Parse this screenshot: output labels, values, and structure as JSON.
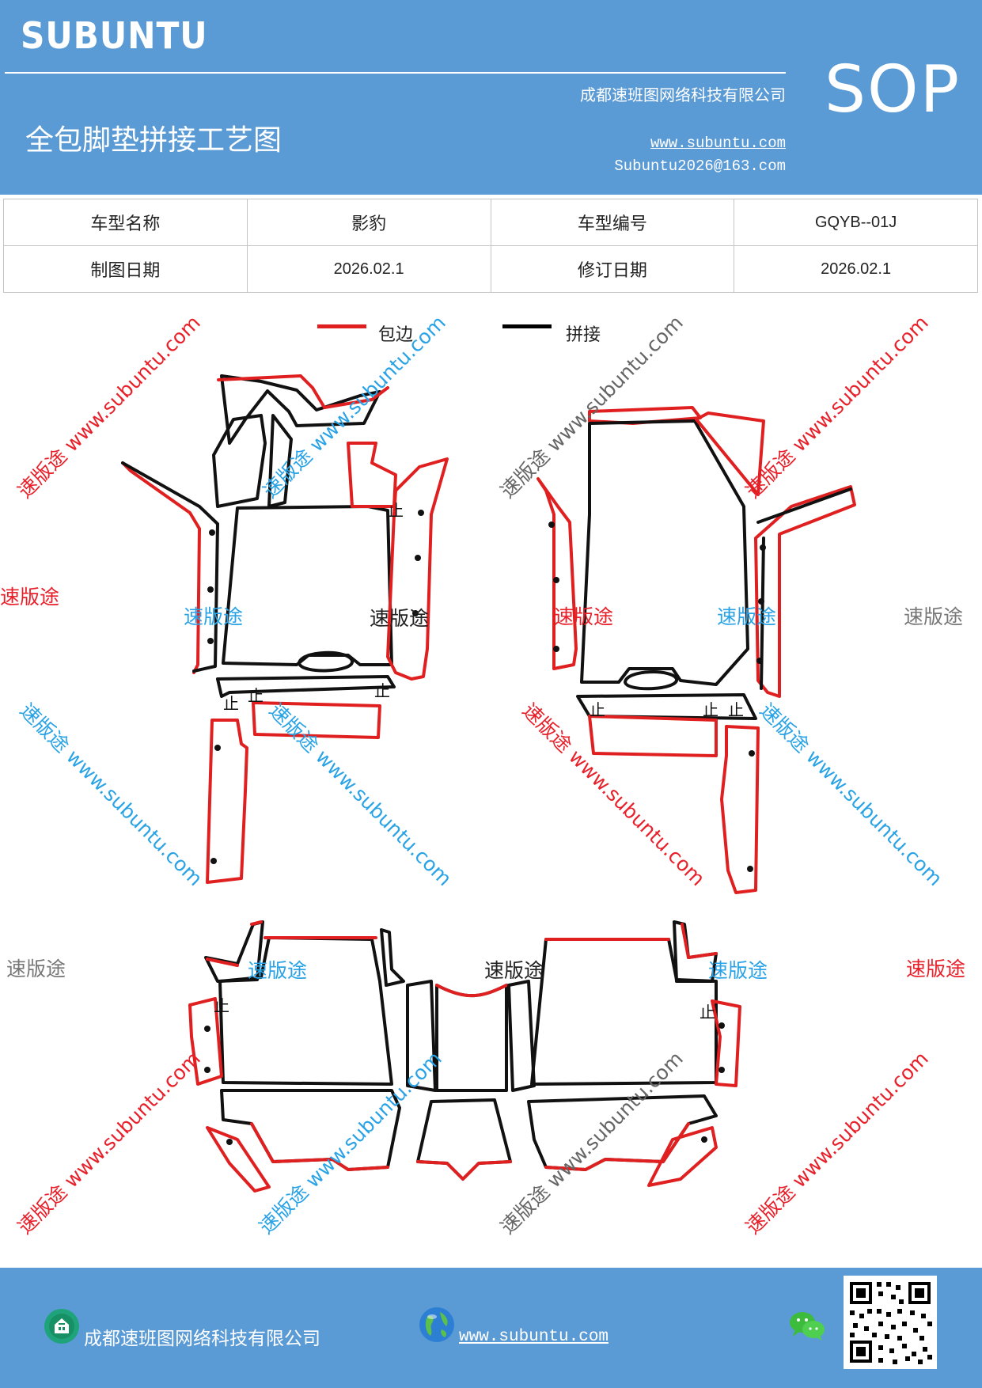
{
  "header": {
    "brand": "SUBUNTU",
    "company": "成都速班图网络科技有限公司",
    "title": "全包脚垫拼接工艺图",
    "website": "www.subuntu.com",
    "email": "Subuntu2026@163.com",
    "sop": "SOP"
  },
  "info_table": {
    "model_name_label": "车型名称",
    "model_name_value": "影豹",
    "model_code_label": "车型编号",
    "model_code_value": "GQYB--01J",
    "draw_date_label": "制图日期",
    "draw_date_value": "2026.02.1",
    "revise_date_label": "修订日期",
    "revise_date_value": "2026.02.1"
  },
  "legend": {
    "edge_label": "包边",
    "edge_color": "#e02020",
    "splice_label": "拼接",
    "splice_color": "#000000"
  },
  "diagram": {
    "stop_mark": "止"
  },
  "watermarks": {
    "brand_cn": "速版途",
    "brand_full": "速版途 www.subuntu.com",
    "colors": {
      "red": "#e8202a",
      "blue": "#29a3e6",
      "gray": "#777777",
      "dark": "#222222"
    }
  },
  "footer": {
    "company": "成都速班图网络科技有限公司",
    "website": "www.subuntu.com ",
    "company_icon": "building-icon",
    "web_icon": "globe-icon",
    "wechat_icon": "wechat-icon",
    "qr": "qr-code"
  }
}
